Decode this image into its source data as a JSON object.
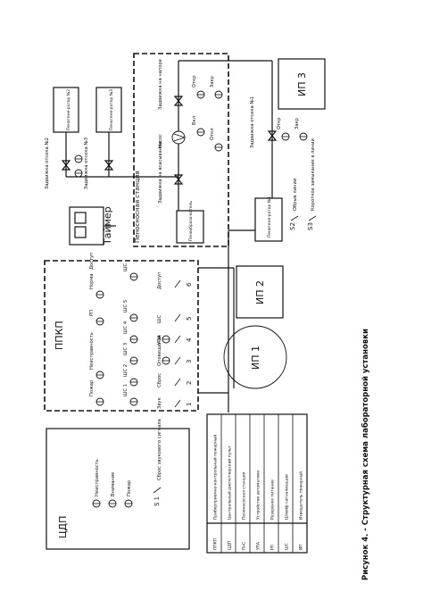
{
  "caption": "Рисунок 4. - Структурная схема лабораторной установки",
  "cdp": {
    "title": "ЦДП",
    "lamps": [
      "Неисправность",
      "Внимание",
      "Пожар"
    ],
    "switch_code": "S 1",
    "switch_label": "Сброс звукового сигнала"
  },
  "ppkp": {
    "title": "ППКП",
    "top_labels": [
      "Пожар",
      "Неисправность",
      "РП",
      "Норма"
    ],
    "loops": [
      "ШС 1",
      "ШС 2",
      "ШС 3",
      "ШС 4",
      "ШС 5",
      "ШС"
    ],
    "bottom_labels": [
      "Звук",
      "Сброс",
      "Оповещение",
      "УПА",
      "ШС",
      "Доступ"
    ],
    "bottom_numbers": [
      "1",
      "2",
      "3",
      "4",
      "5",
      "6"
    ],
    "extra_label": "Доступ"
  },
  "timer": {
    "title": "Таймер"
  },
  "pump_station": {
    "title": "Пеносносная станция",
    "valve_pressure": "Задвижка на напоре",
    "valve_suction": "Задвижка на всасывании",
    "pump": "Насос",
    "on_label": "Вкл",
    "off_label": "Откл",
    "open_label": "Откр",
    "close_label": "Закр",
    "foam_tank": "Пенообразо-ватель"
  },
  "section1": {
    "valve": "Задвижка отсека №1",
    "open_label": "Откр",
    "close_label": "Закр",
    "generator": "Пеногене-ратор №1",
    "s2_code": "S2",
    "s2_label": "Обрыв линии",
    "s3_code": "S3",
    "s3_label": "Короткое замыкание в линии"
  },
  "generators": {
    "gen2": "Пеногене-ратор №2",
    "gen3": "Пеногене-ратор №3",
    "valve2": "Задвижка отсека №2",
    "valve3": "Задвижка отсека №3"
  },
  "ip1": "ИП 1",
  "ip2": "ИП 2",
  "ip3": "ИП 3",
  "legend": [
    {
      "abbr": "ППКП",
      "text": "Приборприемно-контрольный пожарный"
    },
    {
      "abbr": "ЦДП",
      "text": "Центральный диспетчерский пульт"
    },
    {
      "abbr": "ПнС",
      "text": "Пенонасосная станция"
    },
    {
      "abbr": "УПА",
      "text": "Устройство автоматики"
    },
    {
      "abbr": "РП",
      "text": "Резервное питание"
    },
    {
      "abbr": "ШС",
      "text": "Шлейф сигнализации"
    },
    {
      "abbr": "ИП",
      "text": "Извещатель пожарный"
    }
  ]
}
